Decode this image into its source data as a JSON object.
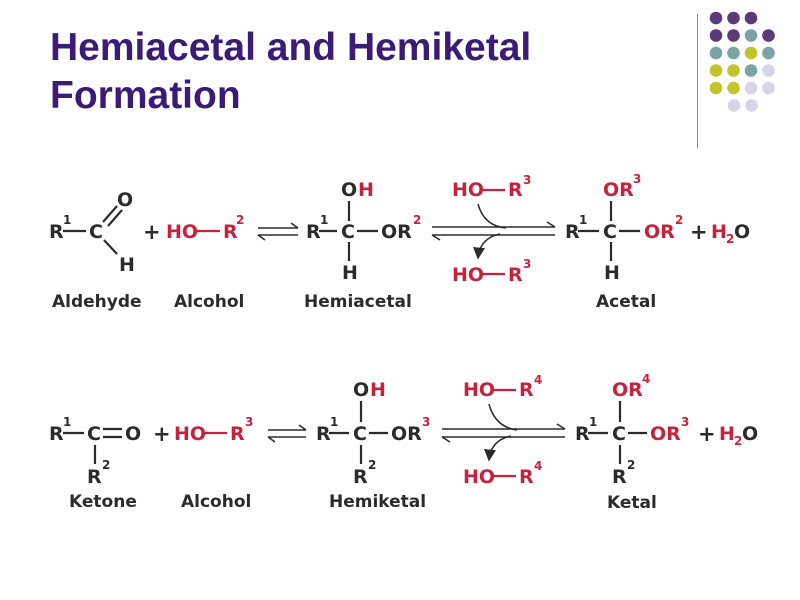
{
  "slide": {
    "title_line1": "Hemiacetal and Hemiketal",
    "title_line2": "Formation",
    "title_color": "#3b1a78"
  },
  "decoration": {
    "dot_colors": [
      "#5b3a7a",
      "#7aa3a6",
      "#c3c32a",
      "#d6d4e6"
    ],
    "dot_rows": [
      [
        "purple",
        "purple",
        "purple"
      ],
      [
        "purple",
        "purple",
        "teal",
        "purple"
      ],
      [
        "teal",
        "teal",
        "yellow",
        "teal"
      ],
      [
        "yellow",
        "yellow",
        "teal",
        "gray"
      ],
      [
        "yellow",
        "yellow",
        "gray",
        "gray"
      ],
      [
        "gray",
        "gray"
      ]
    ]
  },
  "colors": {
    "red": "#c8213b",
    "black": "#2b2b2b"
  },
  "reaction_top": {
    "aldehyde": {
      "r": "R",
      "sup": "1",
      "c": "C",
      "o": "O",
      "h": "H",
      "label": "Aldehyde"
    },
    "plus1": "+",
    "alcohol": {
      "ho": "HO",
      "r": "R",
      "sup": "2",
      "label": "Alcohol"
    },
    "hemiacetal": {
      "oh_o": "O",
      "oh_h": "H",
      "r": "R",
      "sup": "1",
      "c": "C",
      "or": "OR",
      "or_sup": "2",
      "h": "H",
      "label": "Hemiacetal"
    },
    "reagent_in": {
      "ho": "HO",
      "r": "R",
      "sup": "3"
    },
    "reagent_out": {
      "ho": "HO",
      "r": "R",
      "sup": "3"
    },
    "acetal": {
      "or_top": "OR",
      "or_top_sup": "3",
      "r": "R",
      "sup": "1",
      "c": "C",
      "or": "OR",
      "or_sup": "2",
      "h": "H",
      "label": "Acetal"
    },
    "plus2": "+",
    "water": {
      "h": "H",
      "sub": "2",
      "o": "O"
    }
  },
  "reaction_bottom": {
    "ketone": {
      "r": "R",
      "sup": "1",
      "c": "C",
      "o": "O",
      "r2": "R",
      "r2_sup": "2",
      "label": "Ketone"
    },
    "plus1": "+",
    "alcohol": {
      "ho": "HO",
      "r": "R",
      "sup": "3",
      "label": "Alcohol"
    },
    "hemiketal": {
      "oh_o": "O",
      "oh_h": "H",
      "r": "R",
      "sup": "1",
      "c": "C",
      "or": "OR",
      "or_sup": "3",
      "r2": "R",
      "r2_sup": "2",
      "label": "Hemiketal"
    },
    "reagent_in": {
      "ho": "HO",
      "r": "R",
      "sup": "4"
    },
    "reagent_out": {
      "ho": "HO",
      "r": "R",
      "sup": "4"
    },
    "ketal": {
      "or_top": "OR",
      "or_top_sup": "4",
      "r": "R",
      "sup": "1",
      "c": "C",
      "or": "OR",
      "or_sup": "3",
      "r2": "R",
      "r2_sup": "2",
      "label": "Ketal"
    },
    "plus2": "+",
    "water": {
      "h": "H",
      "sub": "2",
      "o": "O"
    }
  }
}
